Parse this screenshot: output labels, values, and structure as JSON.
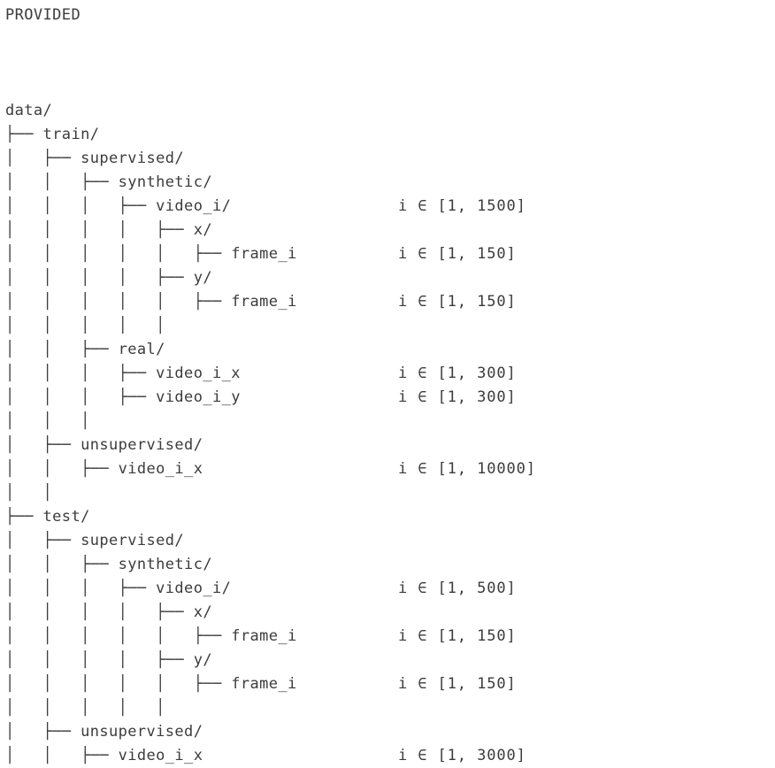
{
  "heading": "PROVIDED",
  "root": "data/",
  "colors": {
    "background": "#ffffff",
    "text": "#3c3c3c",
    "tree_line": "#3c3c3c"
  },
  "range_prefix": "i ∈ ",
  "tree_rows": [
    {
      "path": "data/",
      "range": ""
    },
    {
      "path": "├── train/",
      "range": ""
    },
    {
      "path": "│   ├── supervised/",
      "range": ""
    },
    {
      "path": "│   │   ├── synthetic/",
      "range": ""
    },
    {
      "path": "│   │   │   ├── video_i/",
      "range": "i ∈ [1, 1500]"
    },
    {
      "path": "│   │   │   │   ├── x/",
      "range": ""
    },
    {
      "path": "│   │   │   │   │   ├── frame_i",
      "range": "i ∈ [1, 150]"
    },
    {
      "path": "│   │   │   │   ├── y/",
      "range": ""
    },
    {
      "path": "│   │   │   │   │   ├── frame_i",
      "range": "i ∈ [1, 150]"
    },
    {
      "path": "│   │   │   │   │",
      "range": ""
    },
    {
      "path": "│   │   ├── real/",
      "range": ""
    },
    {
      "path": "│   │   │   ├── video_i_x",
      "range": "i ∈ [1, 300]"
    },
    {
      "path": "│   │   │   ├── video_i_y",
      "range": "i ∈ [1, 300]"
    },
    {
      "path": "│   │   │",
      "range": ""
    },
    {
      "path": "│   ├── unsupervised/",
      "range": ""
    },
    {
      "path": "│   │   ├── video_i_x",
      "range": "i ∈ [1, 10000]"
    },
    {
      "path": "│   │",
      "range": ""
    },
    {
      "path": "├── test/",
      "range": ""
    },
    {
      "path": "│   ├── supervised/",
      "range": ""
    },
    {
      "path": "│   │   ├── synthetic/",
      "range": ""
    },
    {
      "path": "│   │   │   ├── video_i/",
      "range": "i ∈ [1, 500]"
    },
    {
      "path": "│   │   │   │   ├── x/",
      "range": ""
    },
    {
      "path": "│   │   │   │   │   ├── frame_i",
      "range": "i ∈ [1, 150]"
    },
    {
      "path": "│   │   │   │   ├── y/",
      "range": ""
    },
    {
      "path": "│   │   │   │   │   ├── frame_i",
      "range": "i ∈ [1, 150]"
    },
    {
      "path": "│   │   │   │   │",
      "range": ""
    },
    {
      "path": "│   ├── unsupervised/",
      "range": ""
    },
    {
      "path": "│   │   ├── video_i_x",
      "range": "i ∈ [1, 3000]"
    }
  ],
  "directories": {
    "train": {
      "supervised": {
        "synthetic": {
          "video_i": "[1, 1500]",
          "frames_x": "[1, 150]",
          "frames_y": "[1, 150]"
        },
        "real": {
          "video_i_x": "[1, 300]",
          "video_i_y": "[1, 300]"
        }
      },
      "unsupervised": {
        "video_i_x": "[1, 10000]"
      }
    },
    "test": {
      "supervised": {
        "synthetic": {
          "video_i": "[1, 500]",
          "frames_x": "[1, 150]",
          "frames_y": "[1, 150]"
        }
      },
      "unsupervised": {
        "video_i_x": "[1, 3000]"
      }
    }
  }
}
